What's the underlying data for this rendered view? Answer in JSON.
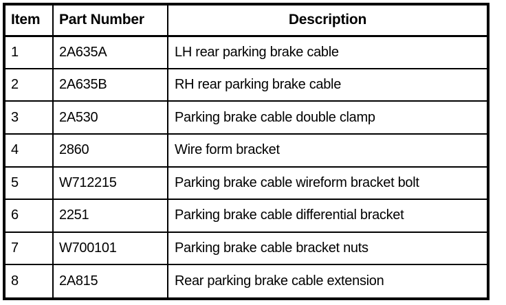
{
  "table": {
    "columns": [
      {
        "key": "item",
        "label": "Item",
        "align": "left",
        "name": "column-header-item"
      },
      {
        "key": "part_number",
        "label": "Part Number",
        "align": "left",
        "name": "column-header-part-number"
      },
      {
        "key": "description",
        "label": "Description",
        "align": "center",
        "name": "column-header-description"
      }
    ],
    "rows": [
      {
        "item": "1",
        "part_number": "2A635A",
        "description": "LH rear parking brake cable"
      },
      {
        "item": "2",
        "part_number": "2A635B",
        "description": "RH rear parking brake cable"
      },
      {
        "item": "3",
        "part_number": "2A530",
        "description": "Parking brake cable double clamp"
      },
      {
        "item": "4",
        "part_number": "2860",
        "description": "Wire form bracket"
      },
      {
        "item": "5",
        "part_number": "W712215",
        "description": "Parking brake cable wireform bracket bolt"
      },
      {
        "item": "6",
        "part_number": "2251",
        "description": "Parking brake cable differential bracket"
      },
      {
        "item": "7",
        "part_number": "W700101",
        "description": "Parking brake cable bracket nuts"
      },
      {
        "item": "8",
        "part_number": "2A815",
        "description": "Rear parking brake cable extension"
      }
    ]
  },
  "colors": {
    "border": "#000000",
    "text": "#000000",
    "background": "#ffffff"
  }
}
